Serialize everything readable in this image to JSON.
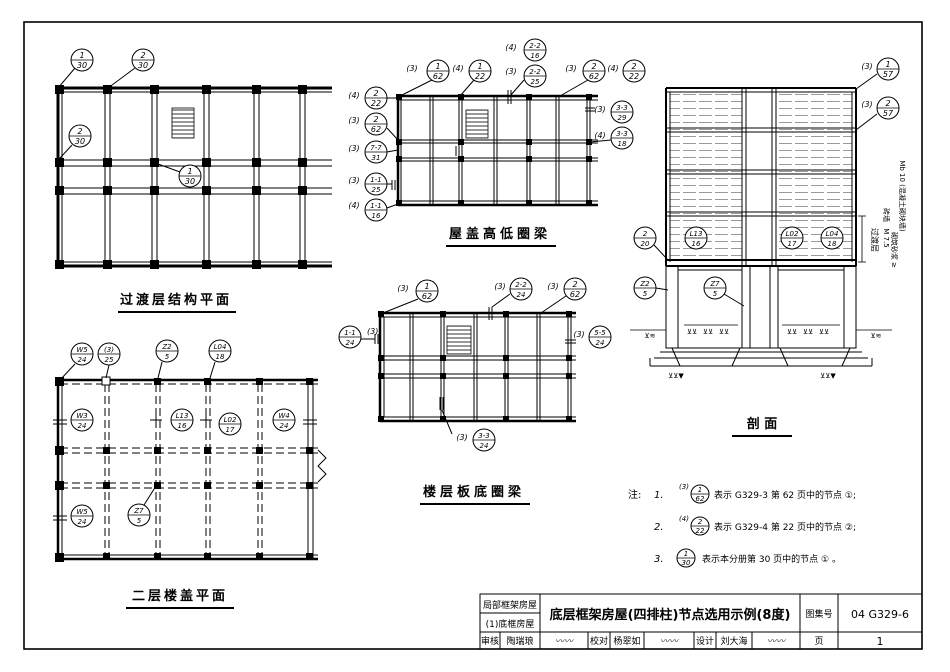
{
  "plans": {
    "transition_title": "过渡层结构平面",
    "roof_beam_title": "屋盖高低圈梁",
    "floor_beam_title": "楼层板底圈梁",
    "second_floor_title": "二层楼盖平面",
    "section_title": "剖    面"
  },
  "callouts": {
    "t1": {
      "top": "1",
      "bot": "30"
    },
    "t2": {
      "top": "2",
      "bot": "30"
    },
    "t3": {
      "top": "2",
      "bot": "30"
    },
    "t4": {
      "top": "1",
      "bot": "30"
    },
    "r1": {
      "pre": "(3)",
      "top": "1",
      "bot": "62"
    },
    "r2": {
      "pre": "(4)",
      "top": "1",
      "bot": "22"
    },
    "r3": {
      "pre": "(4)",
      "top": "2-2",
      "bot": "16"
    },
    "r4": {
      "pre": "(3)",
      "top": "2-2",
      "bot": "25"
    },
    "r5": {
      "pre": "(3)",
      "top": "2",
      "bot": "62"
    },
    "r6": {
      "pre": "(4)",
      "top": "2",
      "bot": "22"
    },
    "r7": {
      "pre": "(4)",
      "top": "2",
      "bot": "22"
    },
    "r8": {
      "pre": "(3)",
      "top": "2",
      "bot": "62"
    },
    "r9": {
      "pre": "(3)",
      "top": "7-7",
      "bot": "31"
    },
    "r10": {
      "pre": "(3)",
      "top": "1-1",
      "bot": "25"
    },
    "r11": {
      "pre": "(4)",
      "top": "1-1",
      "bot": "16"
    },
    "r12": {
      "pre": "(3)",
      "top": "3-3",
      "bot": "29"
    },
    "r13": {
      "pre": "(4)",
      "top": "3-3",
      "bot": "18"
    },
    "f1": {
      "pre": "(3)",
      "top": "1",
      "bot": "62"
    },
    "f2": {
      "pre": "(3)",
      "top": "2-2",
      "bot": "24"
    },
    "f3": {
      "pre": "(3)",
      "top": "2",
      "bot": "62"
    },
    "f4": {
      "pre": "(3)",
      "top": "1-1",
      "bot": "24"
    },
    "f5": {
      "pre": "(3)",
      "top": "5-5",
      "bot": "24"
    },
    "f6": {
      "pre": "(3)",
      "top": "3-3",
      "bot": "24"
    },
    "s1": {
      "pre": "(3)",
      "top": "1",
      "bot": "57"
    },
    "s2": {
      "pre": "(3)",
      "top": "2",
      "bot": "57"
    },
    "s3": {
      "top": "2",
      "bot": "20"
    },
    "s4": {
      "top": "L13",
      "bot": "16"
    },
    "s5": {
      "top": "L02",
      "bot": "17"
    },
    "s6": {
      "top": "L04",
      "bot": "18"
    },
    "s7": {
      "top": "Z2",
      "bot": "5"
    },
    "s8": {
      "top": "Z7",
      "bot": "5"
    },
    "p1": {
      "top": "W5",
      "bot": "24"
    },
    "p2": {
      "pre": "(3)",
      "top": "",
      "bot": "25"
    },
    "p3": {
      "top": "Z2",
      "bot": "5"
    },
    "p4": {
      "top": "L04",
      "bot": "18"
    },
    "p5": {
      "top": "W3",
      "bot": "24"
    },
    "p6": {
      "top": "L13",
      "bot": "16"
    },
    "p7": {
      "top": "L02",
      "bot": "17"
    },
    "p8": {
      "top": "W4",
      "bot": "24"
    },
    "p9": {
      "top": "W5",
      "bot": "24"
    },
    "p10": {
      "top": "Z7",
      "bot": "5"
    }
  },
  "section_side": {
    "transition": "过渡层",
    "note_a": "砖墙",
    "note_b": "M 7.5",
    "note_c": "砌筑砂浆 ≥",
    "note_d": "Mb 10 (混凝土砌块墙)"
  },
  "notes": {
    "label": "注:",
    "items": [
      {
        "num": "1.",
        "pre": "(3)",
        "top": "1",
        "bot": "62",
        "text": "表示 G329-3 第 62 页中的节点 ①;"
      },
      {
        "num": "2.",
        "pre": "(4)",
        "top": "2",
        "bot": "22",
        "text": "表示 G329-4 第 22 页中的节点 ②;"
      },
      {
        "num": "3.",
        "pre": "",
        "top": "1",
        "bot": "30",
        "text": "表示本分册第 30 页中的节点 ① 。"
      }
    ]
  },
  "title_block": {
    "category_1": "局部框架房屋",
    "category_2": "(1)底框房屋",
    "main_title": "底层框架房屋(四排柱)节点选用示例(8度)",
    "atlas_label": "图集号",
    "atlas_no": "04 G329-6",
    "review_label": "审核",
    "review_name": "陶瑞琅",
    "check_label": "校对",
    "check_name": "杨翠如",
    "design_label": "设计",
    "design_name": "刘大海",
    "page_label": "页",
    "page_no": "1"
  }
}
